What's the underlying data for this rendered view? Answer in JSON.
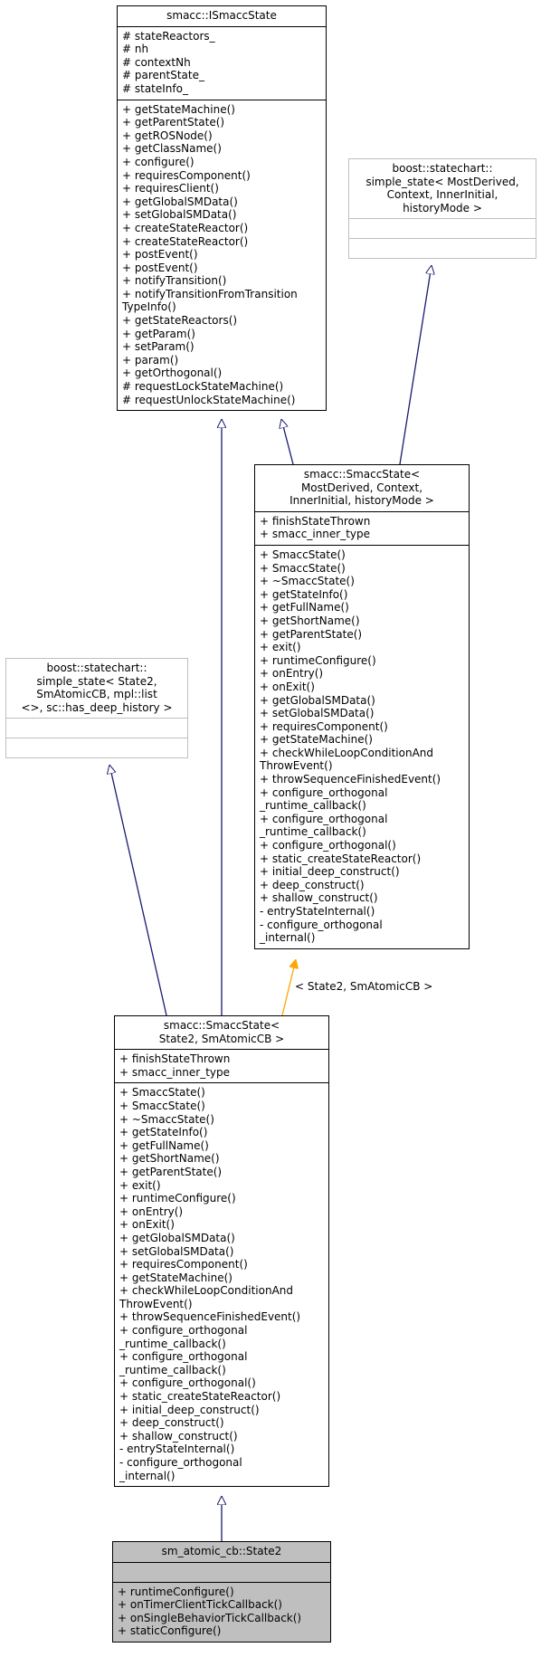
{
  "classes": {
    "ismacc_state": {
      "title": [
        "smacc::ISmaccState"
      ],
      "attributes": [
        "# stateReactors_",
        "# nh",
        "# contextNh",
        "# parentState_",
        "# stateInfo_"
      ],
      "methods": [
        "+ getStateMachine()",
        "+ getParentState()",
        "+ getROSNode()",
        "+ getClassName()",
        "+ configure()",
        "+ requiresComponent()",
        "+ requiresClient()",
        "+ getGlobalSMData()",
        "+ setGlobalSMData()",
        "+ createStateReactor()",
        "+ createStateReactor()",
        "+ postEvent()",
        "+ postEvent()",
        "+ notifyTransition()",
        "+ notifyTransitionFromTransition",
        "TypeInfo()",
        "+ getStateReactors()",
        "+ getParam()",
        "+ setParam()",
        "+ param()",
        "+ getOrthogonal()",
        "# requestLockStateMachine()",
        "# requestUnlockStateMachine()"
      ]
    },
    "boost_simple_state_generic": {
      "title": [
        "boost::statechart::",
        "simple_state< MostDerived,",
        "Context, InnerInitial,",
        "historyMode >"
      ],
      "attributes": [],
      "methods": []
    },
    "smacc_state_template": {
      "title": [
        "smacc::SmaccState<",
        "MostDerived, Context,",
        "InnerInitial, historyMode >"
      ],
      "attributes": [
        "+ finishStateThrown",
        "+ smacc_inner_type"
      ],
      "methods": [
        "+ SmaccState()",
        "+ SmaccState()",
        "+ ~SmaccState()",
        "+ getStateInfo()",
        "+ getFullName()",
        "+ getShortName()",
        "+ getParentState()",
        "+ exit()",
        "+ runtimeConfigure()",
        "+ onEntry()",
        "+ onExit()",
        "+ getGlobalSMData()",
        "+ setGlobalSMData()",
        "+ requiresComponent()",
        "+ getStateMachine()",
        "+ checkWhileLoopConditionAnd",
        "ThrowEvent()",
        "+ throwSequenceFinishedEvent()",
        "+ configure_orthogonal",
        "_runtime_callback()",
        "+ configure_orthogonal",
        "_runtime_callback()",
        "+ configure_orthogonal()",
        "+ static_createStateReactor()",
        "+ initial_deep_construct()",
        "+ deep_construct()",
        "+ shallow_construct()",
        "- entryStateInternal()",
        "- configure_orthogonal",
        "_internal()"
      ]
    },
    "boost_simple_state_state2": {
      "title": [
        "boost::statechart::",
        "simple_state< State2,",
        "SmAtomicCB, mpl::list",
        "<>, sc::has_deep_history >"
      ],
      "attributes": [],
      "methods": []
    },
    "smacc_state_state2": {
      "title": [
        "smacc::SmaccState<",
        "State2, SmAtomicCB >"
      ],
      "attributes": [
        "+ finishStateThrown",
        "+ smacc_inner_type"
      ],
      "methods": [
        "+ SmaccState()",
        "+ SmaccState()",
        "+ ~SmaccState()",
        "+ getStateInfo()",
        "+ getFullName()",
        "+ getShortName()",
        "+ getParentState()",
        "+ exit()",
        "+ runtimeConfigure()",
        "+ onEntry()",
        "+ onExit()",
        "+ getGlobalSMData()",
        "+ setGlobalSMData()",
        "+ requiresComponent()",
        "+ getStateMachine()",
        "+ checkWhileLoopConditionAnd",
        "ThrowEvent()",
        "+ throwSequenceFinishedEvent()",
        "+ configure_orthogonal",
        "_runtime_callback()",
        "+ configure_orthogonal",
        "_runtime_callback()",
        "+ configure_orthogonal()",
        "+ static_createStateReactor()",
        "+ initial_deep_construct()",
        "+ deep_construct()",
        "+ shallow_construct()",
        "- entryStateInternal()",
        "- configure_orthogonal",
        "_internal()"
      ]
    },
    "state2": {
      "title": [
        "sm_atomic_cb::State2"
      ],
      "attributes": [],
      "methods": [
        "+ runtimeConfigure()",
        "+ onTimerClientTickCallback()",
        "+ onSingleBehaviorTickCallback()",
        "+ staticConfigure()"
      ]
    }
  },
  "template_binding_label": "< State2, SmAtomicCB >",
  "colors": {
    "inheritance_edge": "#191970",
    "template_edge": "#ffa500",
    "current_class_fill": "#bfbfbf",
    "external_class_border": "#bfbfbf"
  }
}
